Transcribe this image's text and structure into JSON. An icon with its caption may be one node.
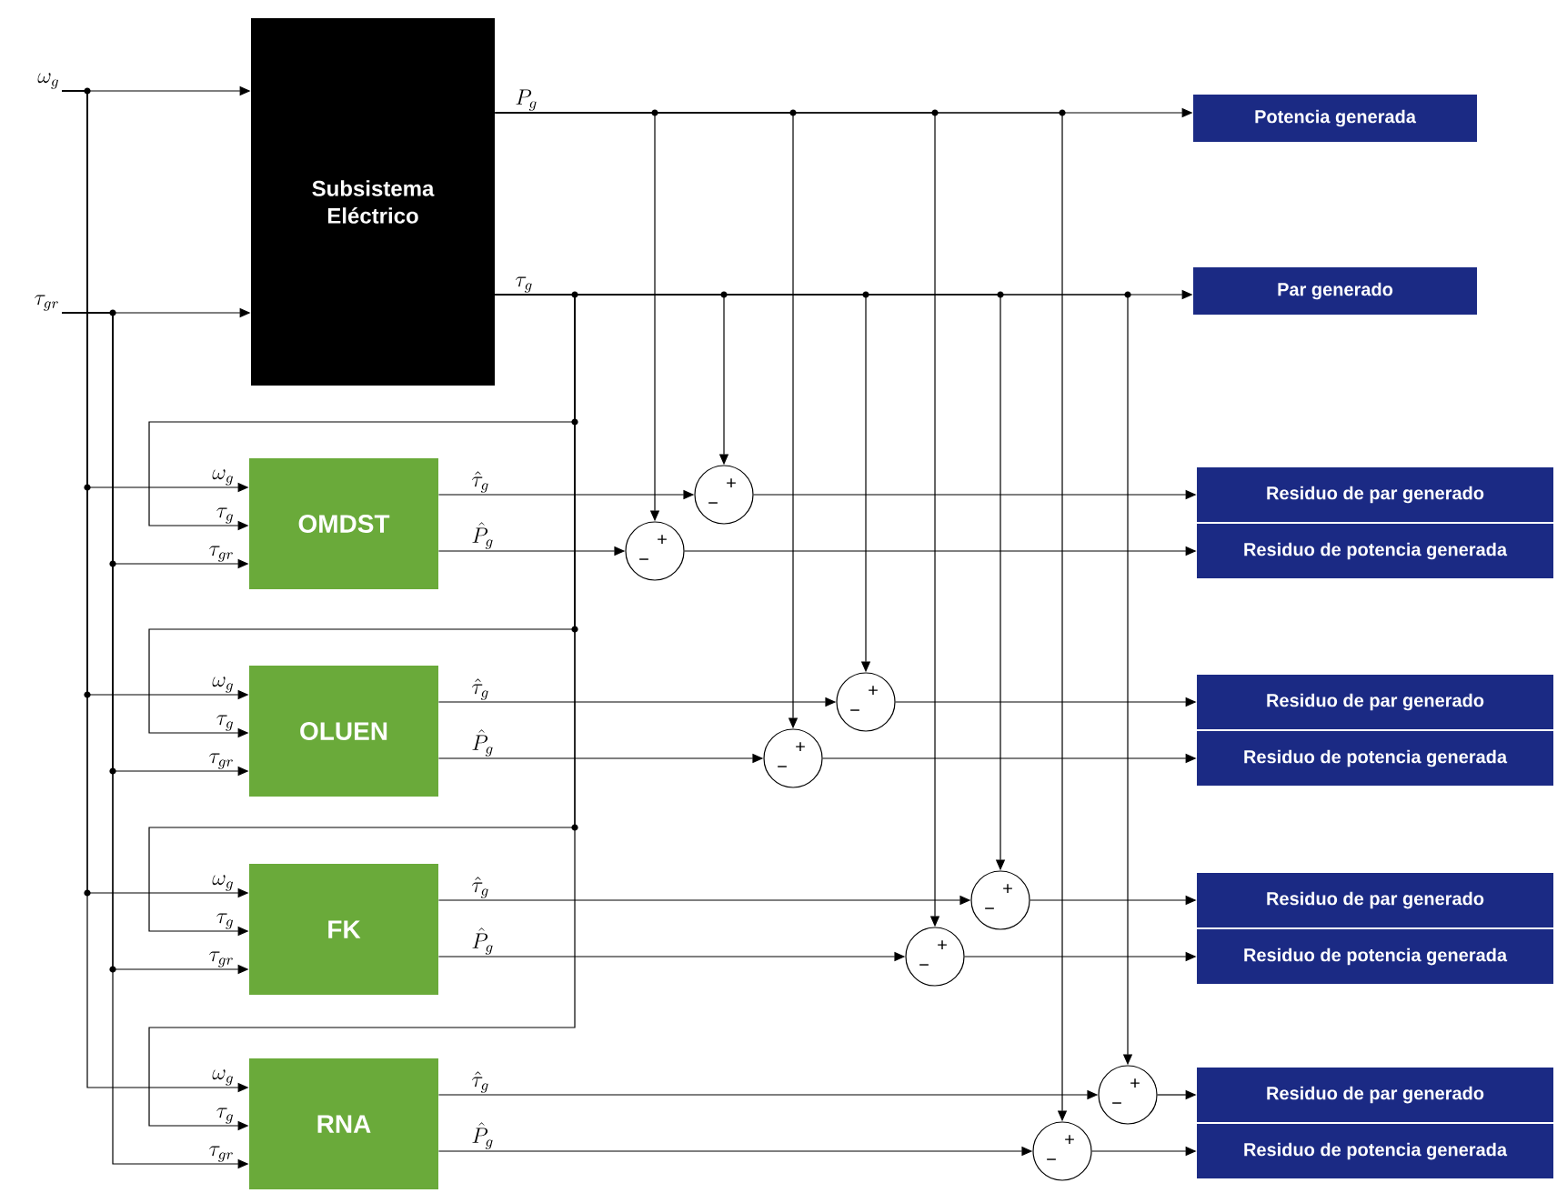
{
  "diagram": {
    "nodes": [
      {
        "text": [
          "\\omega_g"
        ]
      },
      {
        "text": [
          "\\tau_{gr}"
        ]
      },
      {
        "text": [
          "Subsistema Eléctrico"
        ]
      },
      {
        "text": [
          "OMDST"
        ]
      },
      {
        "text": [
          "OLUEN"
        ]
      },
      {
        "text": [
          "FK"
        ]
      },
      {
        "text": [
          "RNA"
        ]
      },
      {
        "text": [
          "Potencia generada"
        ]
      },
      {
        "text": [
          "Par generado"
        ]
      },
      {
        "text": [
          "+",
          "−"
        ]
      },
      {
        "text": [
          "+",
          "−"
        ]
      },
      {
        "text": [
          "Residuo de par generado"
        ]
      },
      {
        "text": [
          "Residuo de potencia generada"
        ]
      },
      {
        "text": [
          "+",
          "−"
        ]
      },
      {
        "text": [
          "+",
          "−"
        ]
      },
      {
        "text": [
          "Residuo de par generado"
        ]
      },
      {
        "text": [
          "Residuo de potencia generada"
        ]
      },
      {
        "text": [
          "+",
          "−"
        ]
      },
      {
        "text": [
          "+",
          "−"
        ]
      },
      {
        "text": [
          "Residuo de par generado"
        ]
      },
      {
        "text": [
          "Residuo de potencia generada"
        ]
      },
      {
        "text": [
          "+",
          "−"
        ]
      },
      {
        "text": [
          "+",
          "−"
        ]
      },
      {
        "text": [
          "Residuo de par generado"
        ]
      },
      {
        "text": [
          "Residuo de potencia generada"
        ]
      }
    ],
    "edges": [
      {
        "from": 0,
        "to": 2,
        "arrow": "to"
      },
      {
        "from": 0,
        "to": 3,
        "arrow": "to",
        "label": "\\omega_g"
      },
      {
        "from": 0,
        "to": 4,
        "arrow": "to",
        "label": "\\omega_g"
      },
      {
        "from": 0,
        "to": 5,
        "arrow": "to",
        "label": "\\omega_g"
      },
      {
        "from": 0,
        "to": 6,
        "arrow": "to",
        "label": "\\omega_g"
      },
      {
        "from": 1,
        "to": 2,
        "arrow": "to"
      },
      {
        "from": 1,
        "to": 3,
        "arrow": "to",
        "label": "\\tau_{gr}"
      },
      {
        "from": 1,
        "to": 4,
        "arrow": "to",
        "label": "\\tau_{gr}"
      },
      {
        "from": 1,
        "to": 5,
        "arrow": "to",
        "label": "\\tau_{gr}"
      },
      {
        "from": 1,
        "to": 6,
        "arrow": "to",
        "label": "\\tau_{gr}"
      },
      {
        "from": 2,
        "to": 7,
        "arrow": "to",
        "label": "P_g"
      },
      {
        "from": 2,
        "to": 8,
        "arrow": "to",
        "label": "\\tau_g"
      },
      {
        "from": 2,
        "to": 3,
        "arrow": "to",
        "label": "\\tau_g"
      },
      {
        "from": 2,
        "to": 4,
        "arrow": "to",
        "label": "\\tau_g"
      },
      {
        "from": 2,
        "to": 5,
        "arrow": "to",
        "label": "\\tau_g"
      },
      {
        "from": 2,
        "to": 6,
        "arrow": "to",
        "label": "\\tau_g"
      },
      {
        "from": 2,
        "to": 10,
        "arrow": "to"
      },
      {
        "from": 2,
        "to": 9,
        "arrow": "to"
      },
      {
        "from": 3,
        "to": 9,
        "arrow": "to",
        "label": "\\hat{\\tau}_g"
      },
      {
        "from": 3,
        "to": 10,
        "arrow": "to",
        "label": "\\hat{P}_g"
      },
      {
        "from": 9,
        "to": 11,
        "arrow": "to"
      },
      {
        "from": 10,
        "to": 12,
        "arrow": "to"
      },
      {
        "from": 2,
        "to": 14,
        "arrow": "to"
      },
      {
        "from": 2,
        "to": 13,
        "arrow": "to"
      },
      {
        "from": 4,
        "to": 13,
        "arrow": "to",
        "label": "\\hat{\\tau}_g"
      },
      {
        "from": 4,
        "to": 14,
        "arrow": "to",
        "label": "\\hat{P}_g"
      },
      {
        "from": 13,
        "to": 15,
        "arrow": "to"
      },
      {
        "from": 14,
        "to": 16,
        "arrow": "to"
      },
      {
        "from": 2,
        "to": 18,
        "arrow": "to"
      },
      {
        "from": 2,
        "to": 17,
        "arrow": "to"
      },
      {
        "from": 5,
        "to": 17,
        "arrow": "to",
        "label": "\\hat{\\tau}_g"
      },
      {
        "from": 5,
        "to": 18,
        "arrow": "to",
        "label": "\\hat{P}_g"
      },
      {
        "from": 17,
        "to": 19,
        "arrow": "to"
      },
      {
        "from": 18,
        "to": 20,
        "arrow": "to"
      },
      {
        "from": 2,
        "to": 22,
        "arrow": "to"
      },
      {
        "from": 2,
        "to": 21,
        "arrow": "to"
      },
      {
        "from": 6,
        "to": 21,
        "arrow": "to",
        "label": "\\hat{\\tau}_g"
      },
      {
        "from": 6,
        "to": 22,
        "arrow": "to",
        "label": "\\hat{P}_g"
      },
      {
        "from": 21,
        "to": 23,
        "arrow": "to"
      },
      {
        "from": 22,
        "to": 24,
        "arrow": "to"
      }
    ]
  }
}
